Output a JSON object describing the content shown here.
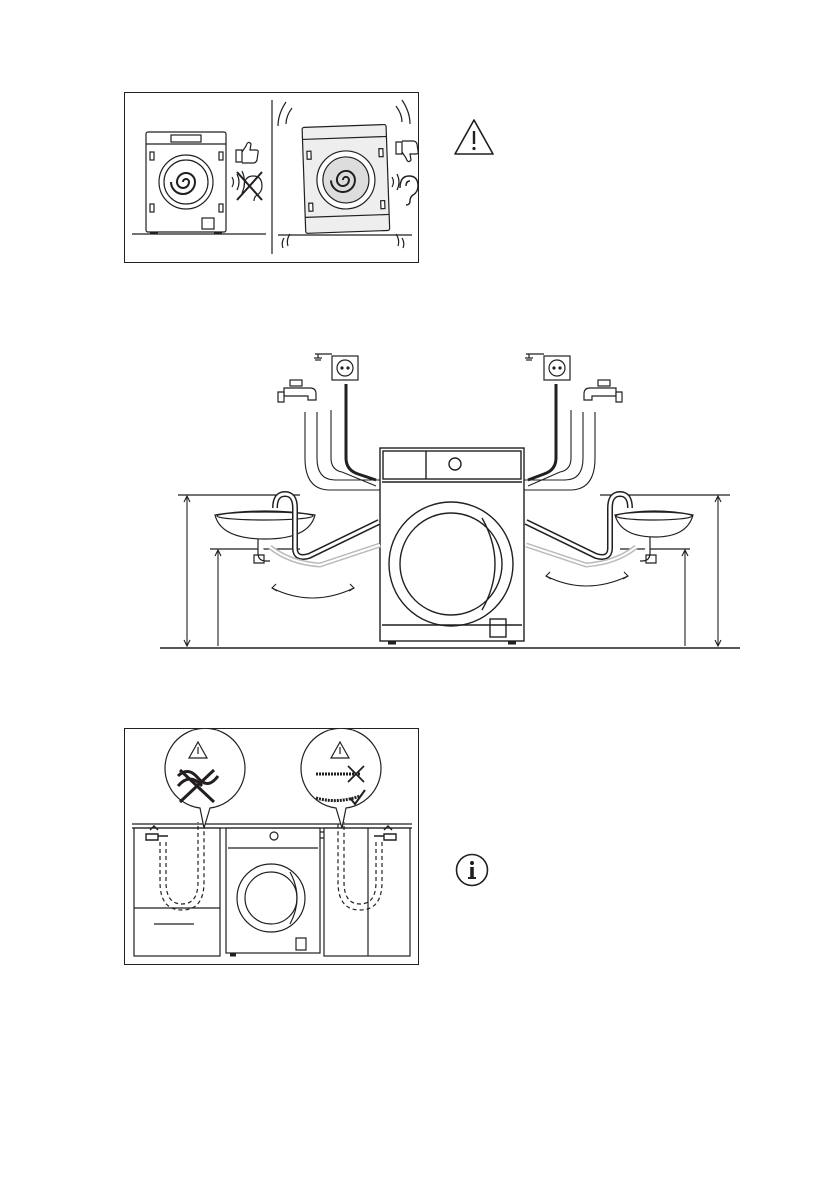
{
  "page": {
    "background": "#ffffff",
    "ink": "#231f20"
  },
  "figures": [
    {
      "id": "levelling",
      "icon": "thumbs-up-icon"
    },
    {
      "id": "connections",
      "icon": "tap-icon"
    },
    {
      "id": "hose-routing",
      "icon": "check-icon"
    }
  ],
  "icons": {
    "warning": "warning-triangle-icon",
    "info": "info-icon"
  }
}
